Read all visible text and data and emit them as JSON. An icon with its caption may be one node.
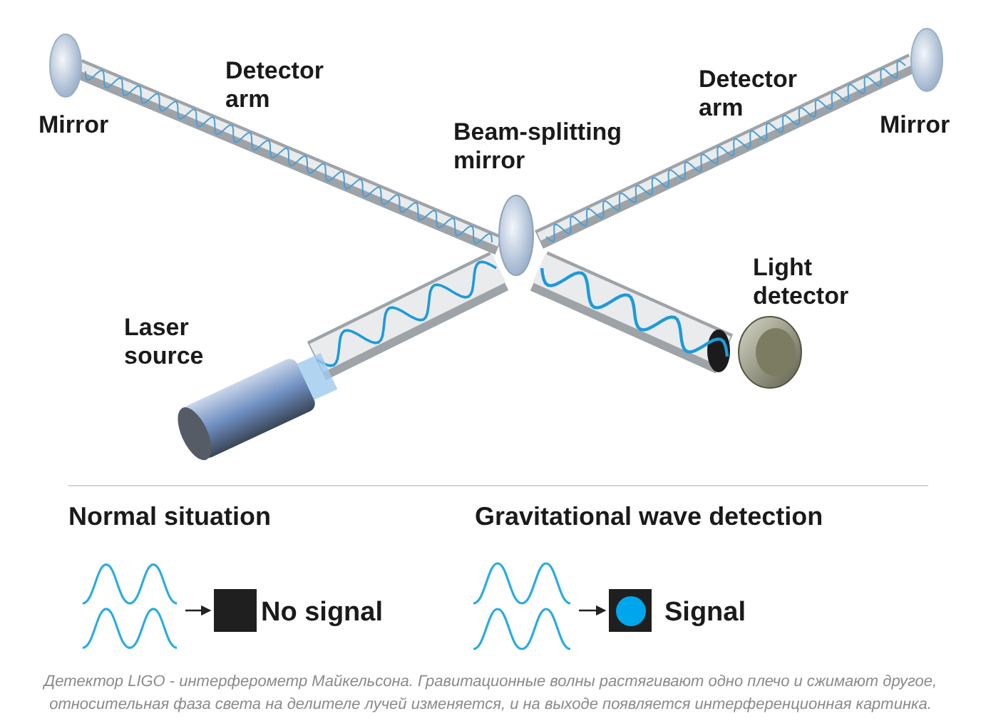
{
  "diagram": {
    "caption": "Детектор LIGO - интерферометр Майкельсона. Гравитационные волны растягивают одно плечо и сжимают другое, относительная фаза света на делителе лучей изменяется, и на выходе появляется интерференционная картинка.",
    "nodes": [
      {
        "text": [],
        "shape": "picture"
      },
      {
        "text": [],
        "shape": "box",
        "beside": [
          "No signal"
        ]
      },
      {
        "text": [],
        "shape": "picture"
      },
      {
        "text": [],
        "shape": "box",
        "beside": [
          "Signal"
        ]
      }
    ],
    "edges": [
      {
        "from": 0,
        "to": 1,
        "arrow": "to"
      },
      {
        "from": 2,
        "to": 3,
        "arrow": "to"
      }
    ],
    "labels": [
      "Detector arm",
      "Mirror",
      "Detector arm",
      "Beam-splitting mirror",
      "Mirror",
      "Light detector",
      "Laser source",
      "Normal situation",
      "Gravitational wave detection"
    ]
  }
}
